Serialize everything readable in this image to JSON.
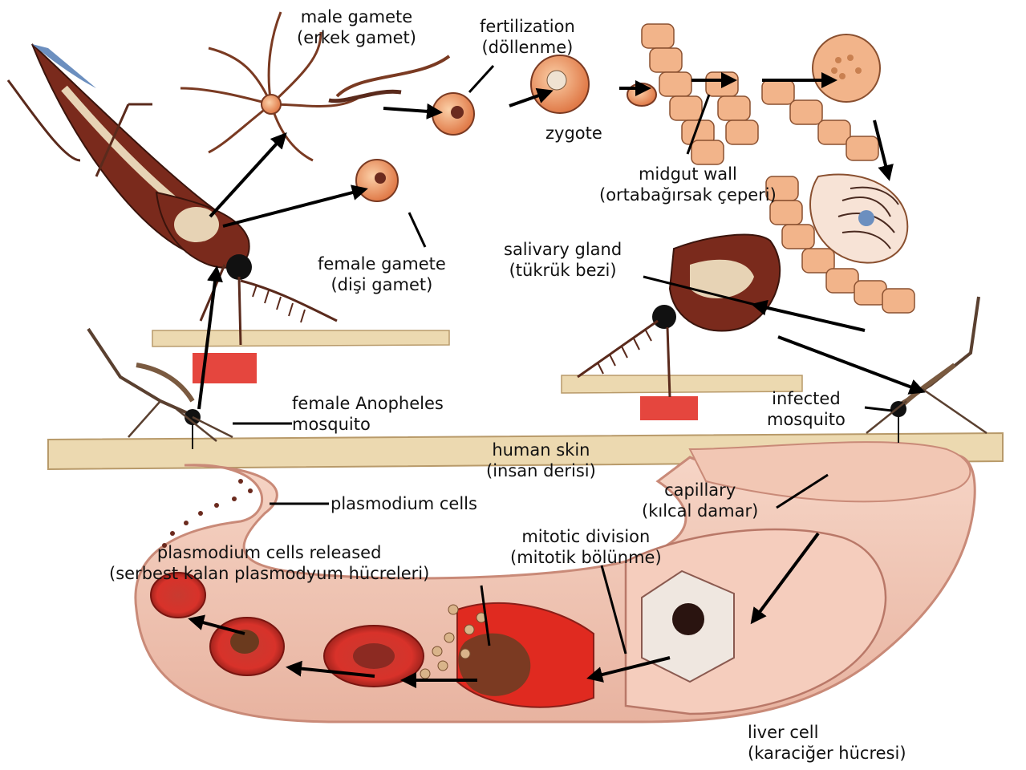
{
  "labels": {
    "male_gamete": [
      "male gamete",
      "(erkek gamet)"
    ],
    "fertilization": [
      "fertilization",
      "(döllenme)"
    ],
    "zygote": [
      "zygote"
    ],
    "midgut_wall": [
      "midgut wall",
      "(ortabağırsak çeperi)"
    ],
    "female_gamete": [
      "female gamete",
      "(dişi gamet)"
    ],
    "salivary_gland": [
      "salivary gland",
      "(tükrük bezi)"
    ],
    "female_anopheles": [
      "female Anopheles",
      "mosquito"
    ],
    "infected_mosquito": [
      "infected",
      "mosquito"
    ],
    "human_skin": [
      "human skin",
      "(insan derisi)"
    ],
    "capillary": [
      "capillary",
      "(kılcal damar)"
    ],
    "plasmodium_cells": [
      "plasmodium cells"
    ],
    "mitotic_division": [
      "mitotic division",
      "(mitotik bölünme)"
    ],
    "plasmodium_released": [
      "plasmodium cells released",
      "(serbest kalan plasmodyum hücreleri)"
    ],
    "liver_cell": [
      "liver cell",
      "(karaciğer hücresi)"
    ]
  },
  "colors": {
    "mosquito_body": "#7a2a1c",
    "mosquito_wing_blue": "#6c8fbf",
    "blood": "#e0261c",
    "skin": "#ecd9b0",
    "tissue": "#f0c3b0",
    "tissue_dark": "#c9867a",
    "cell_orange": "#e98a55",
    "arrow": "#000000"
  }
}
